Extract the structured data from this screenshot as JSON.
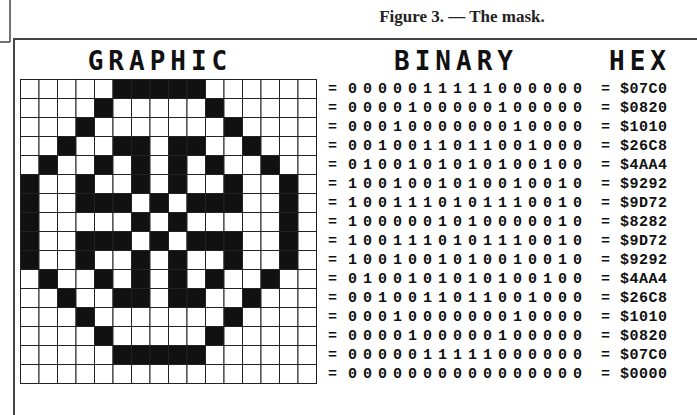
{
  "diagram": {
    "title": "Figure 3. — The mask.",
    "nodes": [
      {
        "text": [
          "GRAPHIC",
          "BINARY",
          "HEX"
        ]
      }
    ],
    "labels": [
      "=",
      "0000011111000000",
      "=",
      "$07C0",
      "=",
      "0000100000100000",
      "=",
      "$0820",
      "=",
      "0001000000010000",
      "=",
      "$1010",
      "=",
      "0010011011001000",
      "=",
      "$26C8",
      "=",
      "0100101010100100",
      "=",
      "$4AA4",
      "=",
      "1001001010010010",
      "=",
      "$9292",
      "=",
      "1001110101110010",
      "=",
      "$9D72",
      "=",
      "1000001010000010",
      "=",
      "$8282",
      "=",
      "1001110101110010",
      "=",
      "$9D72",
      "=",
      "1001001010010010",
      "=",
      "$9292",
      "=",
      "0100101010100100",
      "=",
      "$4AA4",
      "=",
      "0010011011001000",
      "=",
      "$26C8",
      "=",
      "0001000000010000",
      "=",
      "$1010",
      "=",
      "0000100000100000",
      "=",
      "$0820",
      "=",
      "0000011111000000",
      "=",
      "$07C0",
      "=",
      "0000000000000000",
      "=",
      "$0000"
    ]
  }
}
